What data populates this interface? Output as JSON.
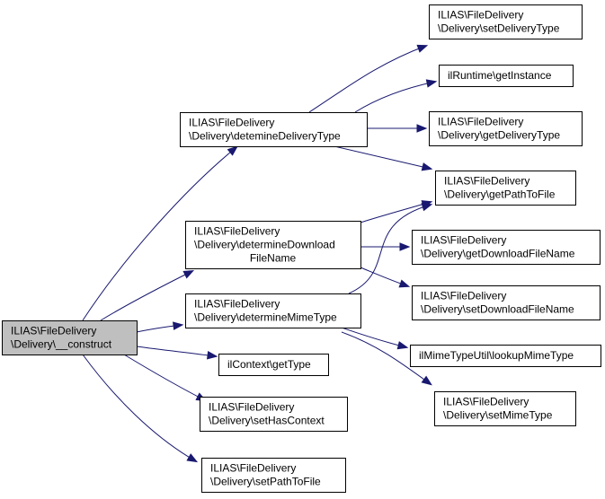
{
  "colors": {
    "edge": "#191970",
    "root_fill": "#bfbfbf",
    "node_fill": "#ffffff",
    "border": "#000000"
  },
  "nodes": {
    "construct": [
      "ILIAS\\FileDelivery",
      "\\Delivery\\__construct"
    ],
    "detemineDeliveryType": [
      "ILIAS\\FileDelivery",
      "\\Delivery\\detemineDeliveryType"
    ],
    "determineDownloadFileName": [
      "ILIAS\\FileDelivery",
      "\\Delivery\\determineDownload",
      "FileName"
    ],
    "determineMimeType": [
      "ILIAS\\FileDelivery",
      "\\Delivery\\determineMimeType"
    ],
    "ilContextGetType": [
      "ilContext\\getType"
    ],
    "setHasContext": [
      "ILIAS\\FileDelivery",
      "\\Delivery\\setHasContext"
    ],
    "setPathToFile": [
      "ILIAS\\FileDelivery",
      "\\Delivery\\setPathToFile"
    ],
    "setDeliveryType": [
      "ILIAS\\FileDelivery",
      "\\Delivery\\setDeliveryType"
    ],
    "ilRuntimeGetInstance": [
      "ilRuntime\\getInstance"
    ],
    "getDeliveryType": [
      "ILIAS\\FileDelivery",
      "\\Delivery\\getDeliveryType"
    ],
    "getPathToFile": [
      "ILIAS\\FileDelivery",
      "\\Delivery\\getPathToFile"
    ],
    "getDownloadFileName": [
      "ILIAS\\FileDelivery",
      "\\Delivery\\getDownloadFileName"
    ],
    "setDownloadFileName": [
      "ILIAS\\FileDelivery",
      "\\Delivery\\setDownloadFileName"
    ],
    "ilMimeTypeUtilLookupMimeType": [
      "ilMimeTypeUtil\\lookupMimeType"
    ],
    "setMimeType": [
      "ILIAS\\FileDelivery",
      "\\Delivery\\setMimeType"
    ]
  },
  "edges": [
    [
      "construct",
      "detemineDeliveryType"
    ],
    [
      "construct",
      "determineDownloadFileName"
    ],
    [
      "construct",
      "determineMimeType"
    ],
    [
      "construct",
      "ilContextGetType"
    ],
    [
      "construct",
      "setHasContext"
    ],
    [
      "construct",
      "setPathToFile"
    ],
    [
      "detemineDeliveryType",
      "setDeliveryType"
    ],
    [
      "detemineDeliveryType",
      "ilRuntimeGetInstance"
    ],
    [
      "detemineDeliveryType",
      "getDeliveryType"
    ],
    [
      "detemineDeliveryType",
      "getPathToFile"
    ],
    [
      "determineDownloadFileName",
      "getPathToFile"
    ],
    [
      "determineDownloadFileName",
      "getDownloadFileName"
    ],
    [
      "determineDownloadFileName",
      "setDownloadFileName"
    ],
    [
      "determineMimeType",
      "getPathToFile"
    ],
    [
      "determineMimeType",
      "ilMimeTypeUtilLookupMimeType"
    ],
    [
      "determineMimeType",
      "setMimeType"
    ]
  ]
}
